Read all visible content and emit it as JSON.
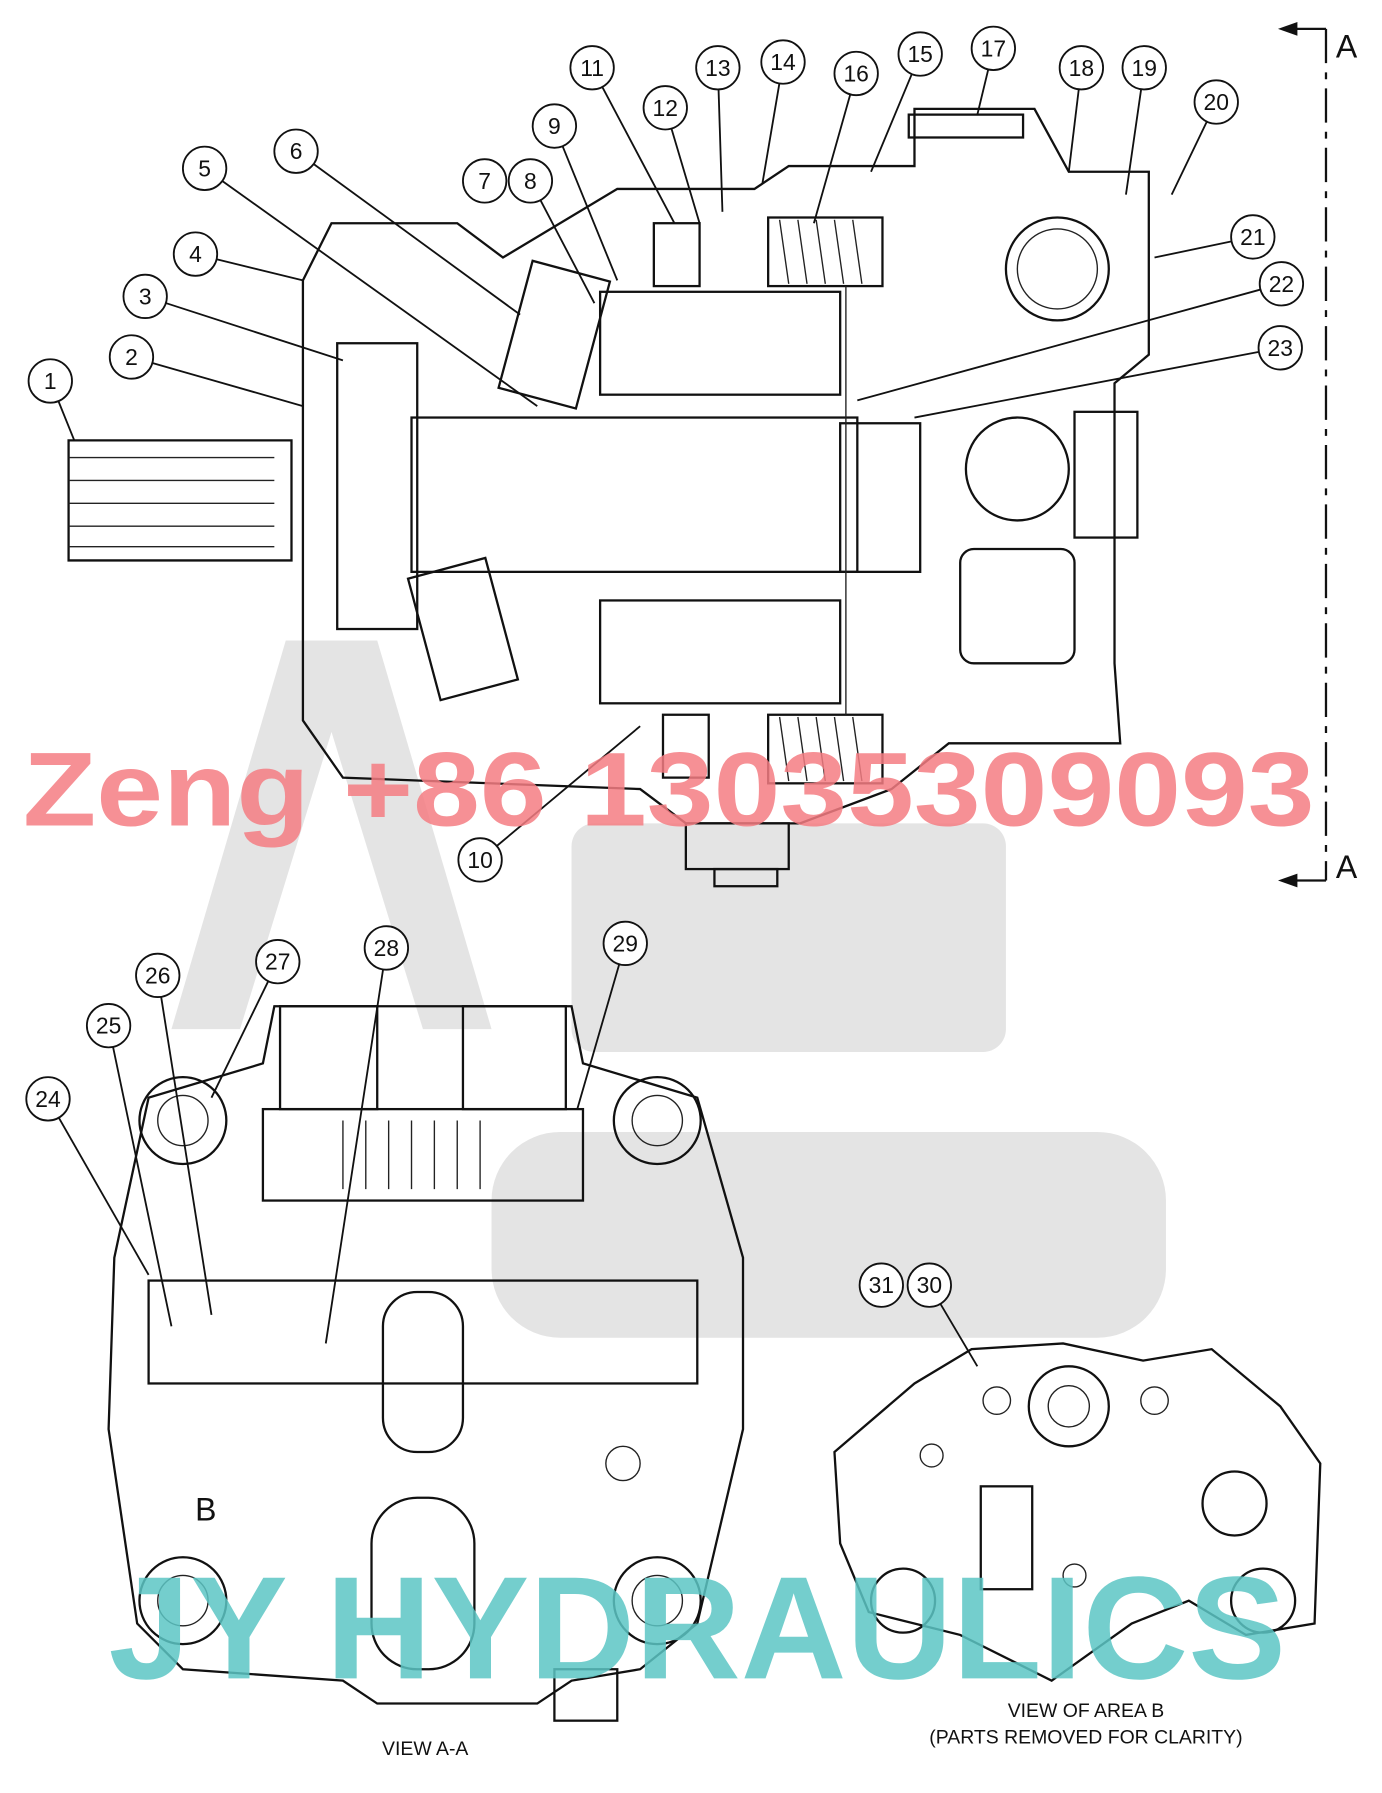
{
  "diagram": {
    "section_marker_top": "A",
    "section_marker_bottom": "A",
    "area_marker": "B",
    "view_aa_caption": "VIEW A-A",
    "view_b_caption_line1": "VIEW OF AREA B",
    "view_b_caption_line2": "(PARTS REMOVED FOR CLARITY)",
    "callouts": [
      "1",
      "2",
      "3",
      "4",
      "5",
      "6",
      "7",
      "8",
      "9",
      "10",
      "11",
      "12",
      "13",
      "14",
      "15",
      "16",
      "17",
      "18",
      "19",
      "20",
      "21",
      "22",
      "23",
      "24",
      "25",
      "26",
      "27",
      "28",
      "29",
      "30",
      "31"
    ]
  },
  "watermarks": {
    "phone": "Zeng +86 13035309093",
    "brand": "JY HYDRAULICS",
    "phone_color": "#f47c82",
    "brand_color": "#5cc6c4",
    "logo_color": "#d6d6d6"
  }
}
